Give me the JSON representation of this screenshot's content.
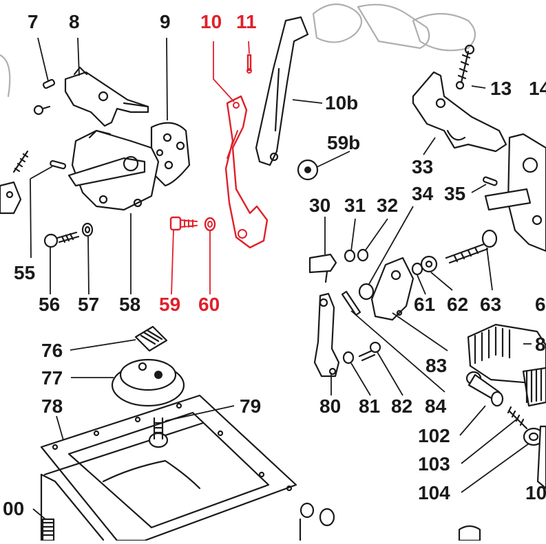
{
  "diagram": {
    "highlight_color": "#e0202a",
    "ink_color": "#1a1a1a",
    "labels": [
      {
        "id": "7",
        "text": "7",
        "highlighted": false
      },
      {
        "id": "8",
        "text": "8",
        "highlighted": false
      },
      {
        "id": "9",
        "text": "9",
        "highlighted": false
      },
      {
        "id": "10",
        "text": "10",
        "highlighted": true
      },
      {
        "id": "11",
        "text": "11",
        "highlighted": true
      },
      {
        "id": "10b",
        "text": "10b",
        "highlighted": false
      },
      {
        "id": "13",
        "text": "13",
        "highlighted": false
      },
      {
        "id": "14",
        "text": "14",
        "highlighted": false
      },
      {
        "id": "59b",
        "text": "59b",
        "highlighted": false
      },
      {
        "id": "33",
        "text": "33",
        "highlighted": false
      },
      {
        "id": "34",
        "text": "34",
        "highlighted": false
      },
      {
        "id": "35",
        "text": "35",
        "highlighted": false
      },
      {
        "id": "30",
        "text": "30",
        "highlighted": false
      },
      {
        "id": "31",
        "text": "31",
        "highlighted": false
      },
      {
        "id": "32",
        "text": "32",
        "highlighted": false
      },
      {
        "id": "55",
        "text": "55",
        "highlighted": false
      },
      {
        "id": "56",
        "text": "56",
        "highlighted": false
      },
      {
        "id": "57",
        "text": "57",
        "highlighted": false
      },
      {
        "id": "58",
        "text": "58",
        "highlighted": false
      },
      {
        "id": "59",
        "text": "59",
        "highlighted": true
      },
      {
        "id": "60",
        "text": "60",
        "highlighted": true
      },
      {
        "id": "61",
        "text": "61",
        "highlighted": false
      },
      {
        "id": "62",
        "text": "62",
        "highlighted": false
      },
      {
        "id": "63",
        "text": "63",
        "highlighted": false
      },
      {
        "id": "6x",
        "text": "6",
        "highlighted": false
      },
      {
        "id": "76",
        "text": "76",
        "highlighted": false
      },
      {
        "id": "77",
        "text": "77",
        "highlighted": false
      },
      {
        "id": "78",
        "text": "78",
        "highlighted": false
      },
      {
        "id": "79",
        "text": "79",
        "highlighted": false
      },
      {
        "id": "80",
        "text": "80",
        "highlighted": false
      },
      {
        "id": "81",
        "text": "81",
        "highlighted": false
      },
      {
        "id": "82",
        "text": "82",
        "highlighted": false
      },
      {
        "id": "83",
        "text": "83",
        "highlighted": false
      },
      {
        "id": "84",
        "text": "84",
        "highlighted": false
      },
      {
        "id": "8x",
        "text": "8",
        "highlighted": false
      },
      {
        "id": "102",
        "text": "102",
        "highlighted": false
      },
      {
        "id": "103",
        "text": "103",
        "highlighted": false
      },
      {
        "id": "104",
        "text": "104",
        "highlighted": false
      },
      {
        "id": "10x",
        "text": "10",
        "highlighted": false
      },
      {
        "id": "00",
        "text": "00",
        "highlighted": false
      }
    ]
  }
}
